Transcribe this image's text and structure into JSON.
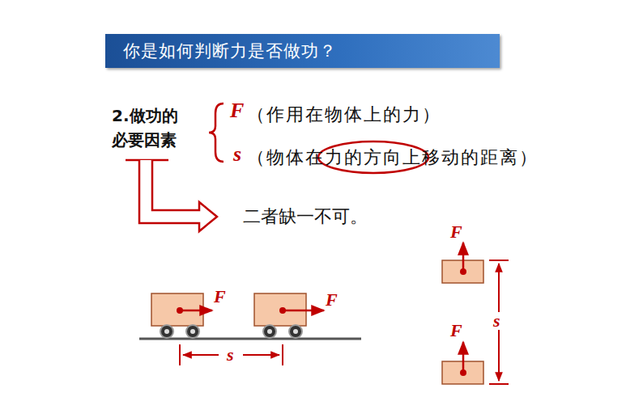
{
  "diagram": {
    "title": "你是如何判断力是否做功？",
    "labels": [
      "2.做功的 必要因素",
      "F",
      "（作用在物体上的力）",
      "s",
      "（物体在力的方向上移动的距离）",
      "二者缺一不可。",
      "F",
      "F",
      "s",
      "F",
      "F",
      "s"
    ]
  }
}
